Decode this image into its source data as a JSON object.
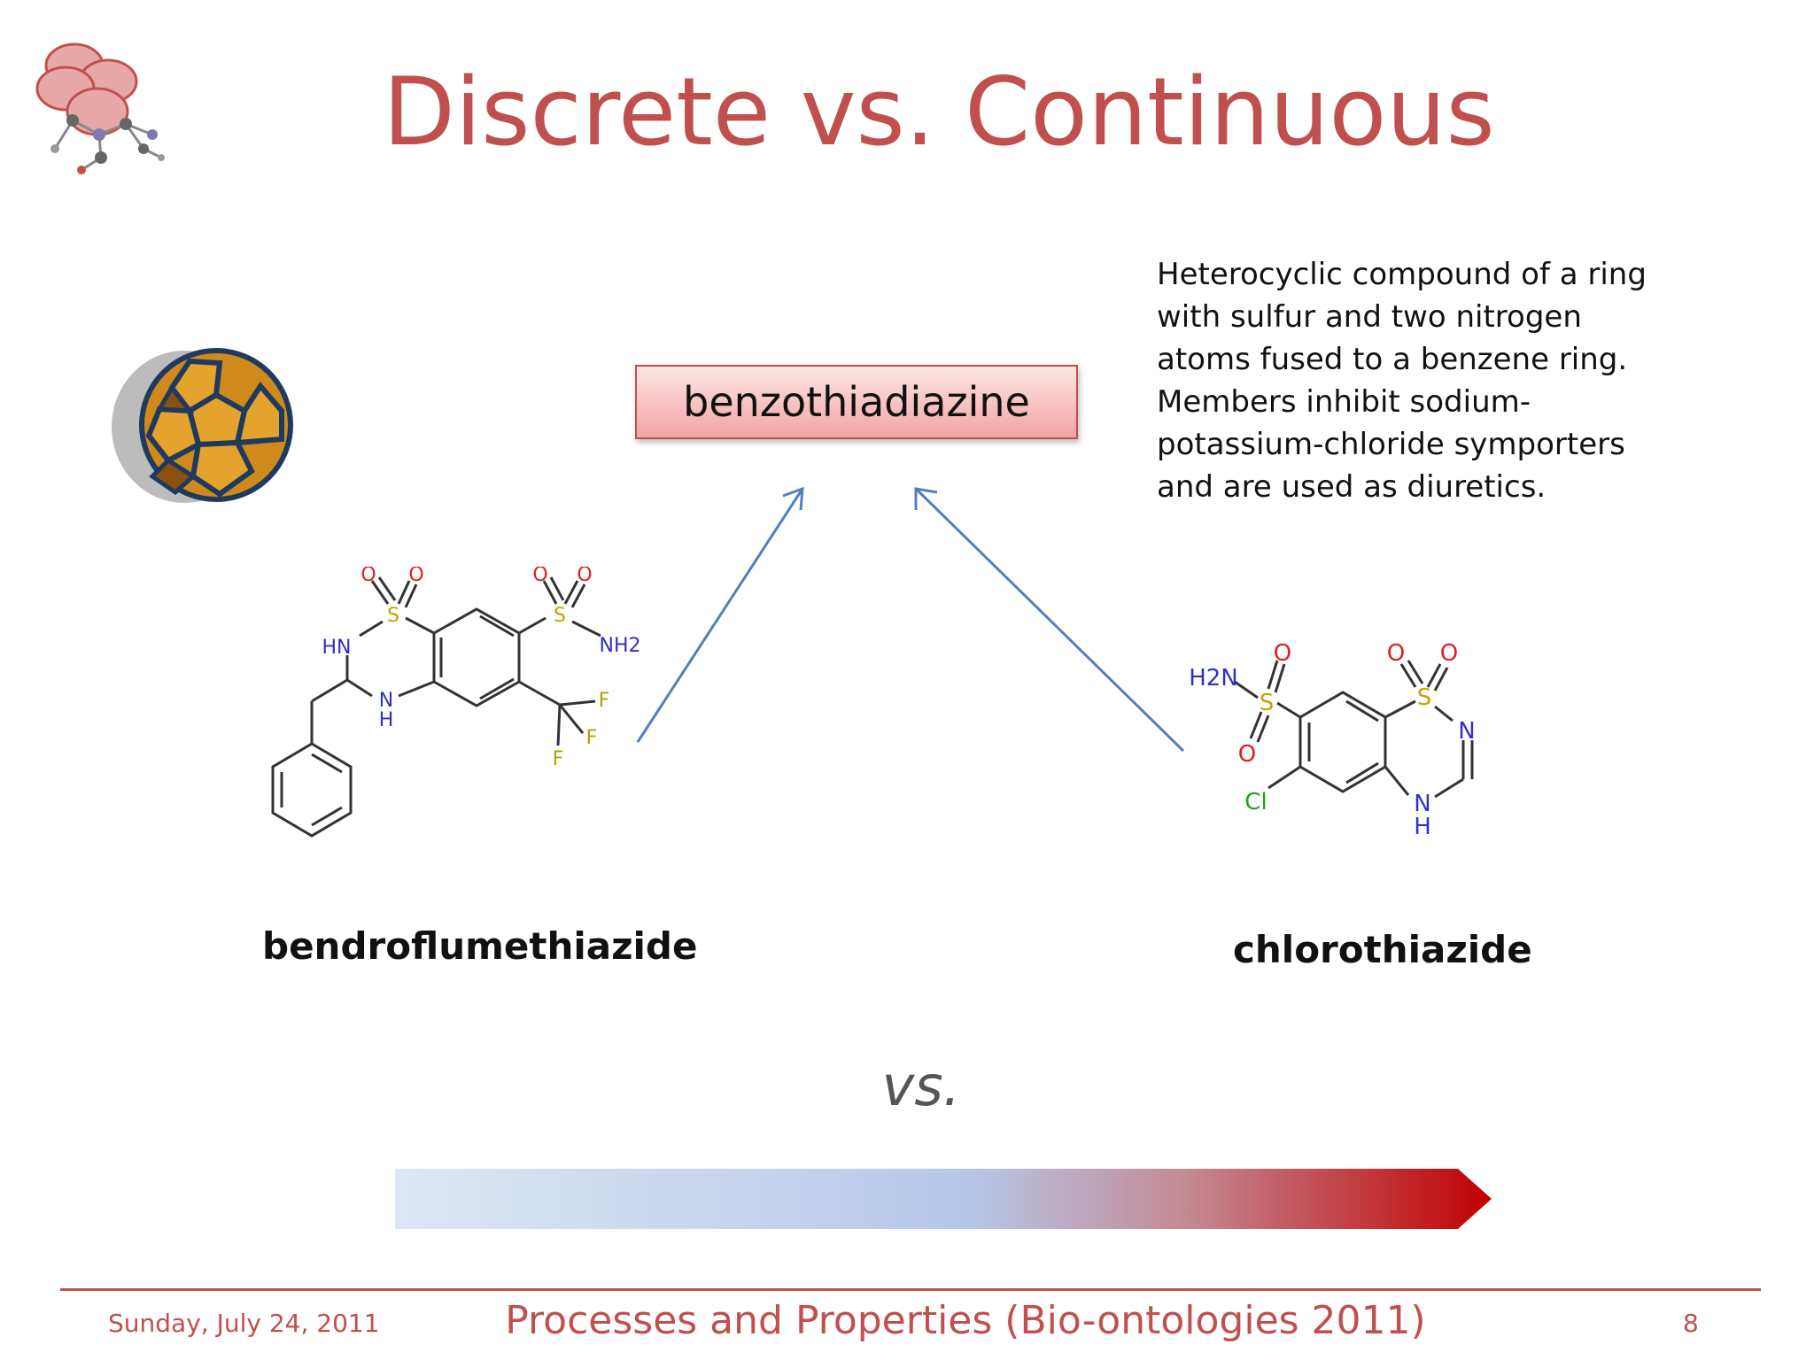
{
  "title": "Discrete vs. Continuous",
  "central_term": "benzothiadiazine",
  "description": "Heterocyclic compound of a ring with sulfur and two nitrogen atoms fused to a benzene ring. Members inhibit sodium-potassium-chloride symporters and are used as diuretics.",
  "molecules": {
    "left": {
      "name": "bendroflumethiazide",
      "atoms": {
        "o1": "O",
        "o2": "O",
        "o3": "O",
        "o4": "O",
        "s1": "S",
        "s2": "S",
        "hn": "HN",
        "nh2": "NH2",
        "n": "N",
        "h": "H",
        "f1": "F",
        "f2": "F",
        "f3": "F"
      }
    },
    "right": {
      "name": "chlorothiazide",
      "atoms": {
        "h2n": "H2N",
        "s1": "S",
        "s2": "S",
        "o1": "O",
        "o2": "O",
        "o3": "O",
        "o4": "O",
        "n1": "N",
        "n2": "N",
        "h": "H",
        "cl": "Cl"
      }
    }
  },
  "vs": "vs.",
  "footer": {
    "date": "Sunday, July 24, 2011",
    "title": "Processes and Properties (Bio-ontologies 2011)",
    "page": "8"
  },
  "colors": {
    "accent": "#c0504d",
    "arrow": "#4f81bd",
    "oxygen": "#e02020",
    "sulfur": "#c8a000",
    "nitrogen": "#3030c0",
    "fluorine": "#b0a000",
    "chlorine": "#20a020",
    "gradient_start": "#dde6f4",
    "gradient_end": "#c00000"
  },
  "icons": {
    "logo": "molecule-logo-icon",
    "ball": "soccer-ball-icon"
  }
}
